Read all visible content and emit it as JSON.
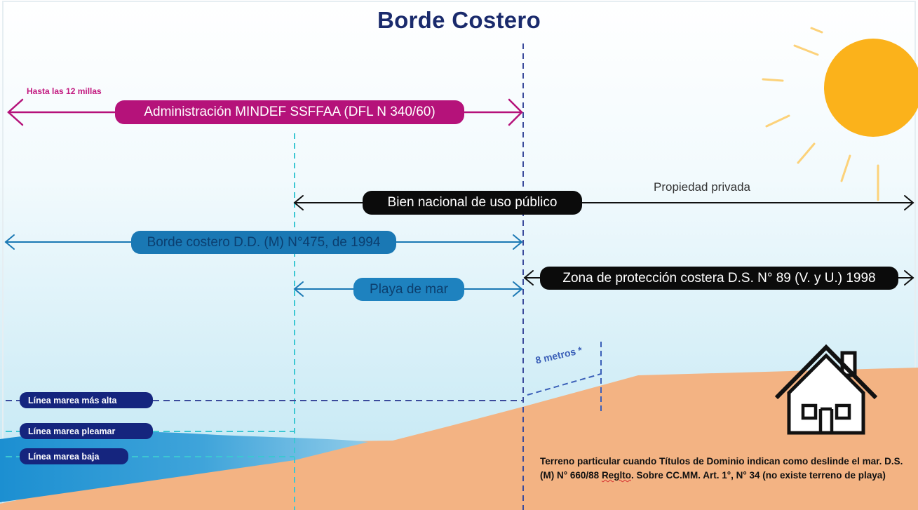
{
  "title": "Borde Costero",
  "colors": {
    "sky_top": "#ffffff",
    "sky_bottom": "#bfe6f3",
    "sand": "#f3b383",
    "sea": "#1c8fd1",
    "magenta": "#b5127a",
    "navy": "#15257e",
    "sun": "#fbb21b"
  },
  "labels": {
    "hasta": "Hasta las 12 millas",
    "mindef": "Administración MINDEF SSFFAA (DFL N 340/60)",
    "bien_nacional": "Bien nacional de uso público",
    "propiedad_privada": "Propiedad privada",
    "borde_costero": "Borde costero D.D. (M) N°475, de 1994",
    "zona_proteccion": "Zona de protección costera D.S. N° 89 (V. y U.) 1998",
    "playa": "Playa de mar",
    "metros": "8 metros *"
  },
  "lines": {
    "marea_alta": "Línea marea más alta",
    "marea_pleamar": "Línea marea pleamar",
    "marea_baja": "Línea marea baja"
  },
  "note": {
    "part1": "Terreno particular cuando Títulos de Dominio indican como deslinde el mar. D.S. (M) N° 660/88 ",
    "part2": "Reglto",
    "part3": ". Sobre CC.MM. Art. 1°, N° 34 (no existe terreno de playa)"
  },
  "icons": [
    "sun-icon",
    "house-icon"
  ]
}
